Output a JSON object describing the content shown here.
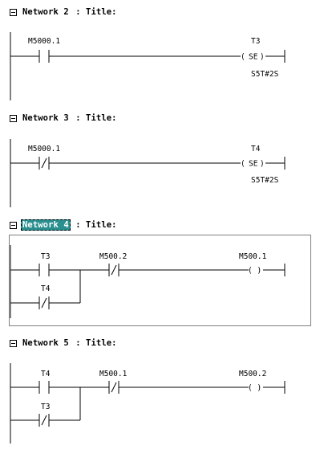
{
  "networks": [
    {
      "header": {
        "name": "Network 2",
        "rest": ": Title:"
      },
      "contact": {
        "label": "M5000.1",
        "type": "NO"
      },
      "coil": {
        "label": "T3",
        "text": "SE",
        "param": "S5T#2S"
      }
    },
    {
      "header": {
        "name": "Network 3",
        "rest": ": Title:"
      },
      "contact": {
        "label": "M5000.1",
        "type": "NC"
      },
      "coil": {
        "label": "T4",
        "text": "SE",
        "param": "S5T#2S"
      }
    },
    {
      "header": {
        "name": "Network 4",
        "rest": ": Title:",
        "selected": true
      },
      "contact1": {
        "label": "T3",
        "type": "NO"
      },
      "contact_parallel": {
        "label": "T4",
        "type": "NC"
      },
      "contact2": {
        "label": "M500.2",
        "type": "NC"
      },
      "coil": {
        "label": "M500.1",
        "text": "( )"
      }
    },
    {
      "header": {
        "name": "Network 5",
        "rest": ": Title:"
      },
      "contact1": {
        "label": "T4",
        "type": "NO"
      },
      "contact_parallel": {
        "label": "T3",
        "type": "NC"
      },
      "contact2": {
        "label": "M500.1",
        "type": "NC"
      },
      "coil": {
        "label": "M500.2",
        "text": "( )"
      }
    }
  ],
  "colors": {
    "selection_bg": "#2a8f8f",
    "frame": "#808080"
  }
}
